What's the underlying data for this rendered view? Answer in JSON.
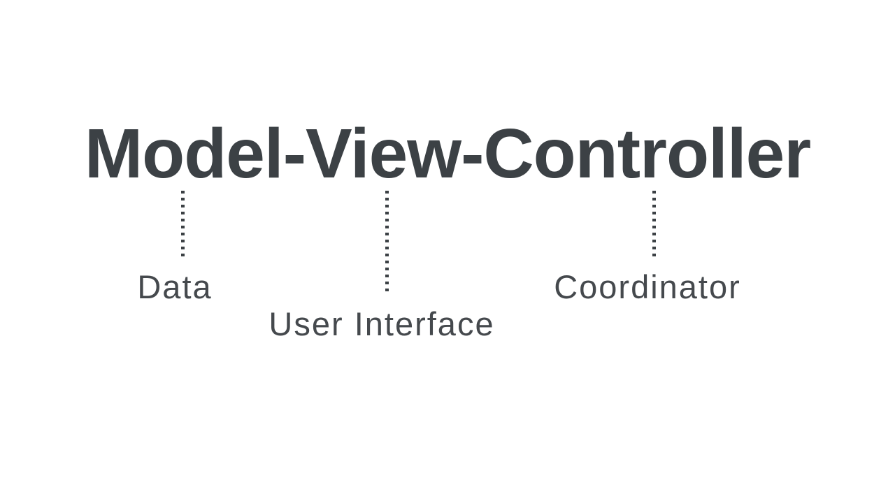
{
  "slide": {
    "title": "Model-View-Controller",
    "colors": {
      "background_color": "#ffffff",
      "title_color": "#3c4145",
      "label_color": "#45494d",
      "connector_color": "#3c4145"
    }
  },
  "annotations": [
    {
      "term": "Model",
      "label": "Data"
    },
    {
      "term": "View",
      "label": "User Interface"
    },
    {
      "term": "Controller",
      "label": "Coordinator"
    }
  ]
}
